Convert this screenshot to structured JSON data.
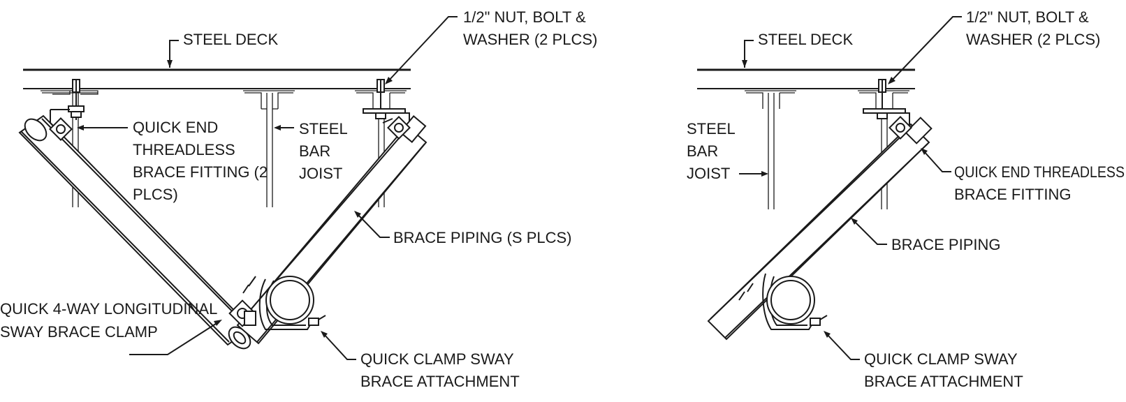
{
  "left_detail": {
    "steel_deck": "STEEL DECK",
    "nut_bolt": [
      "1/2\" NUT, BOLT &",
      "WASHER (2 PLCS)"
    ],
    "quick_end_fitting": [
      "QUICK END",
      "THREADLESS",
      "BRACE FITTING (2",
      "PLCS)"
    ],
    "steel_bar_joist": [
      "STEEL",
      "BAR",
      "JOIST"
    ],
    "brace_piping": "BRACE PIPING (S PLCS)",
    "four_way_clamp": [
      "QUICK 4-WAY LONGITUDINAL",
      "SWAY BRACE CLAMP"
    ],
    "clamp_attachment": [
      "QUICK CLAMP SWAY",
      "BRACE ATTACHMENT"
    ]
  },
  "right_detail": {
    "steel_deck": "STEEL DECK",
    "nut_bolt": [
      "1/2\" NUT, BOLT &",
      "WASHER (2 PLCS)"
    ],
    "steel_bar_joist": [
      "STEEL",
      "BAR",
      "JOIST"
    ],
    "quick_end_fitting": [
      "QUICK END THREADLESS",
      "BRACE FITTING"
    ],
    "brace_piping": "BRACE PIPING",
    "clamp_attachment": [
      "QUICK CLAMP SWAY",
      "BRACE ATTACHMENT"
    ]
  }
}
